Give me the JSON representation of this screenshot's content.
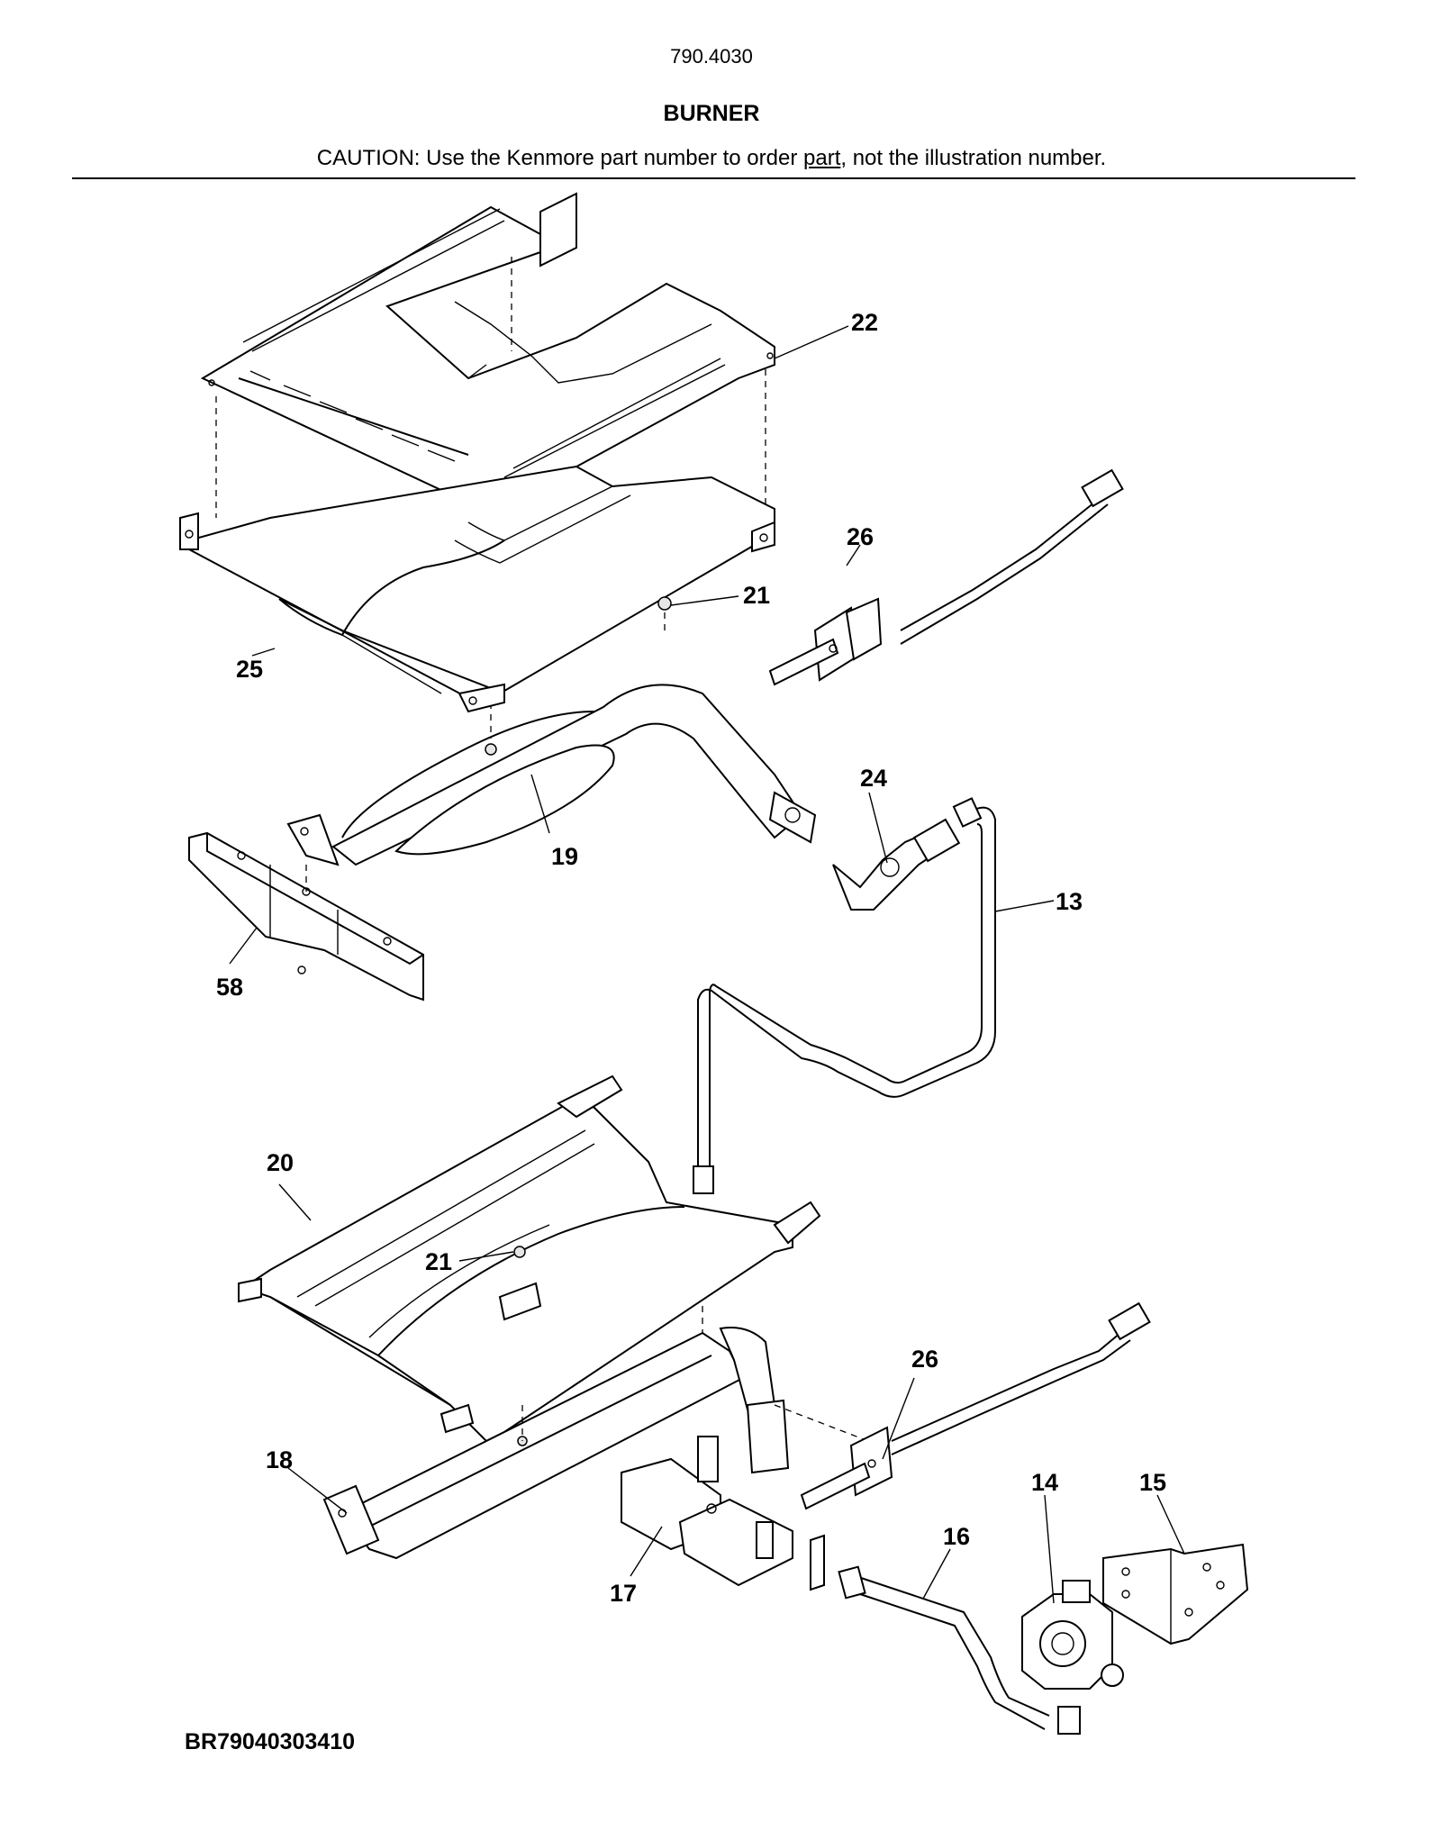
{
  "header": {
    "model_number": "790.4030",
    "title": "BURNER",
    "caution_prefix": "CAUTION: Use the Kenmore part number to order ",
    "caution_underlined": "part",
    "caution_suffix": ", not the illustration number."
  },
  "footer": {
    "drawing_code": "BR79040303410"
  },
  "callouts": {
    "c22": "22",
    "c26_top": "26",
    "c21_top": "21",
    "c25": "25",
    "c24": "24",
    "c19": "19",
    "c13": "13",
    "c58": "58",
    "c20": "20",
    "c21_bottom": "21",
    "c26_bottom": "26",
    "c18": "18",
    "c14": "14",
    "c15": "15",
    "c16": "16",
    "c17": "17"
  }
}
